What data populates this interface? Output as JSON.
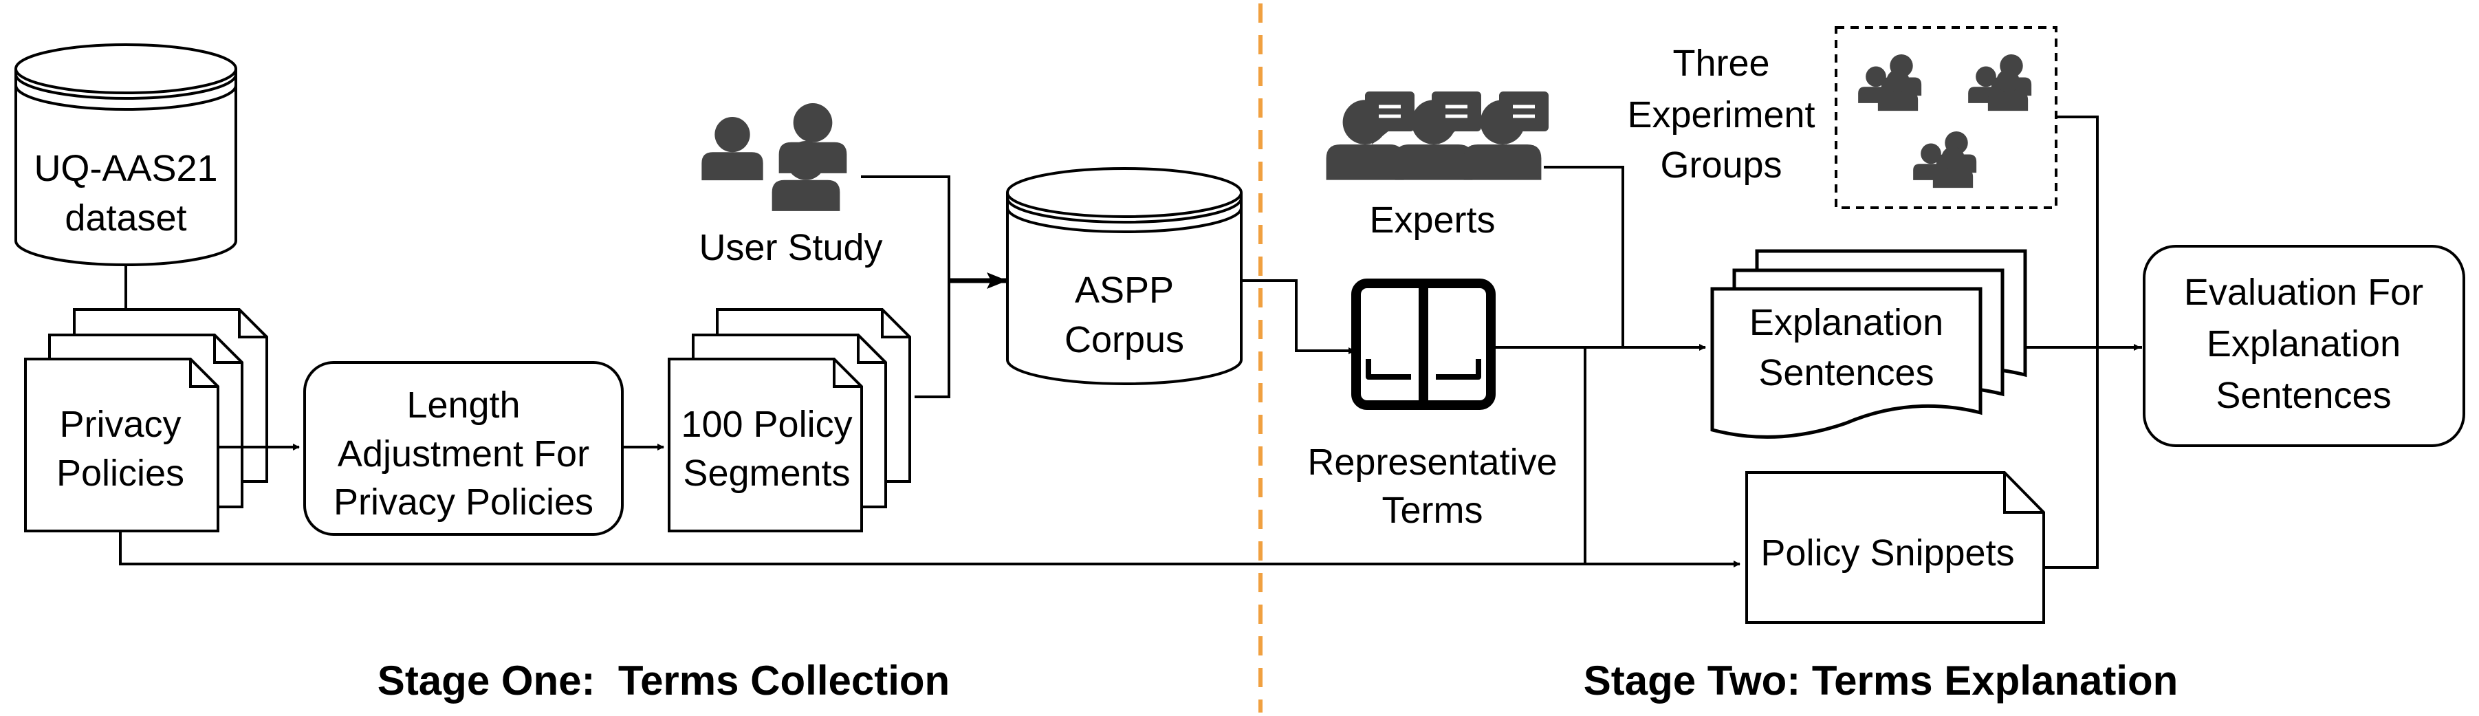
{
  "colors": {
    "divider": "#F0A040",
    "stroke": "#000000",
    "icon": "#444444"
  },
  "stage_one": {
    "title": "Stage One:  Terms Collection",
    "dataset": {
      "line1": "UQ-AAS21",
      "line2": "dataset",
      "icon": "database-icon"
    },
    "privacy_policies": {
      "line1": "Privacy",
      "line2": "Policies",
      "icon": "multi-document-icon"
    },
    "length_adjustment": {
      "line1": "Length",
      "line2": "Adjustment For",
      "line3": "Privacy Policies"
    },
    "policy_segments": {
      "line1": "100 Policy",
      "line2": "Segments",
      "icon": "multi-document-icon"
    },
    "user_study": {
      "label": "User Study",
      "icon": "users-icon"
    },
    "aspp_corpus": {
      "line1": "ASPP",
      "line2": "Corpus",
      "icon": "database-icon"
    }
  },
  "stage_two": {
    "title": "Stage Two: Terms Explanation",
    "experts": {
      "label": "Experts",
      "icon": "experts-chat-icon"
    },
    "experiment_groups": {
      "line1": "Three",
      "line2": "Experiment",
      "line3": "Groups",
      "icon": "user-group-icon"
    },
    "representative_terms": {
      "line1": "Representative",
      "line2": "Terms",
      "icon": "open-book-icon"
    },
    "explanation_sentences": {
      "line1": "Explanation",
      "line2": "Sentences",
      "icon": "multi-document-icon"
    },
    "policy_snippets": {
      "label": "Policy Snippets",
      "icon": "document-icon"
    },
    "evaluation": {
      "line1": "Evaluation For",
      "line2": "Explanation",
      "line3": "Sentences"
    }
  }
}
